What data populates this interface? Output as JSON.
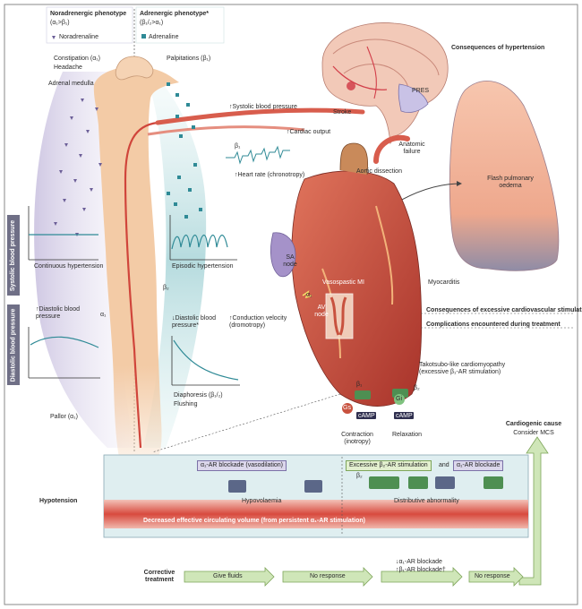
{
  "header": {
    "nor_title": "Noradrenergic phenotype",
    "nor_sub": "(α₁>β₁)",
    "nor_legend": "Noradrenaline",
    "adr_title": "Adrenergic phenotype*",
    "adr_sub": "(β₁/₂>α₁)",
    "adr_legend": "Adrenaline"
  },
  "body": {
    "constipation": "Constipation (α₁)",
    "headache": "Headache",
    "palpitations": "Palpitations (β₁)",
    "adrenal": "Adrenal medulla",
    "continuous": "Continuous hypertension",
    "episodic": "Episodic hypertension",
    "beta2": "β₂",
    "alpha1": "α₁",
    "up_diastolic": "↑Diastolic blood pressure",
    "down_diastolic": "↓Diastolic blood pressure*",
    "pallor": "Pallor (α₁)",
    "diaphoresis": "Diaphoresis (β₁/₂)",
    "flushing": "Flushing"
  },
  "axes": {
    "systolic": "Systolic blood pressure",
    "diastolic": "Diastolic blood pressure"
  },
  "heart": {
    "up_systolic": "↑Systolic blood pressure",
    "cardiac_output": "↑Cardiac output",
    "beta1": "β₁",
    "heart_rate": "↑Heart rate (chronotropy)",
    "aortic": "Aortic dissection",
    "sa_node": "SA node",
    "av_node": "AV node",
    "vasospastic": "Vasospastic MI",
    "alpha1": "α₁",
    "conduction": "↑Conduction velocity (dromotropy)",
    "myocarditis": "Myocarditis",
    "takotsubo": "Takotsubo-like cardiomyopathy (excessive β₁-AR stimulation)",
    "camp1": "cAMP",
    "camp2": "cAMP",
    "gs": "Gs",
    "gi": "Gi",
    "b1": "β₁",
    "b2": "β₂",
    "contraction": "Contraction (inotropy)",
    "relaxation": "Relaxation"
  },
  "brain": {
    "title": "Consequences of hypertension",
    "pres": "PRES",
    "stroke": "Stroke",
    "anatomic": "Anatomic failure"
  },
  "lung": {
    "label": "Flash pulmonary oedema"
  },
  "consequences": {
    "cardiovascular": "Consequences of excessive cardiovascular stimulation",
    "treatment": "Complications encountered during treatment"
  },
  "bottom": {
    "hypotension": "Hypotension",
    "a1_blockade": "α₁-AR blockade (vasodilation)",
    "hypovolaemia": "Hypovolaemia",
    "excessive_b2": "Excessive β₂-AR stimulation",
    "and": "and",
    "a1_blockade2": "α₁-AR blockade",
    "b2": "β₂",
    "distributive": "Distributive abnormality",
    "decreased": "Decreased effective circulating volume (from persistent α₁-AR stimulation)",
    "cardiogenic_title": "Cardiogenic cause",
    "cardiogenic_sub": "Consider MCS",
    "corrective": "Corrective treatment",
    "give_fluids": "Give fluids",
    "no_response1": "No response",
    "down_a1": "↓α₁-AR blockade",
    "up_b1": "↑β₁-AR blockade†",
    "no_response2": "No response"
  },
  "colors": {
    "noradrenaline": "#7b6fa3",
    "adrenaline": "#2f8a96",
    "flesh": "#f3c9a0",
    "heart": "#c8513e",
    "vessel": "#d4473d",
    "lung": "#f2b89f",
    "arrow_green": "#cfe6b8"
  }
}
